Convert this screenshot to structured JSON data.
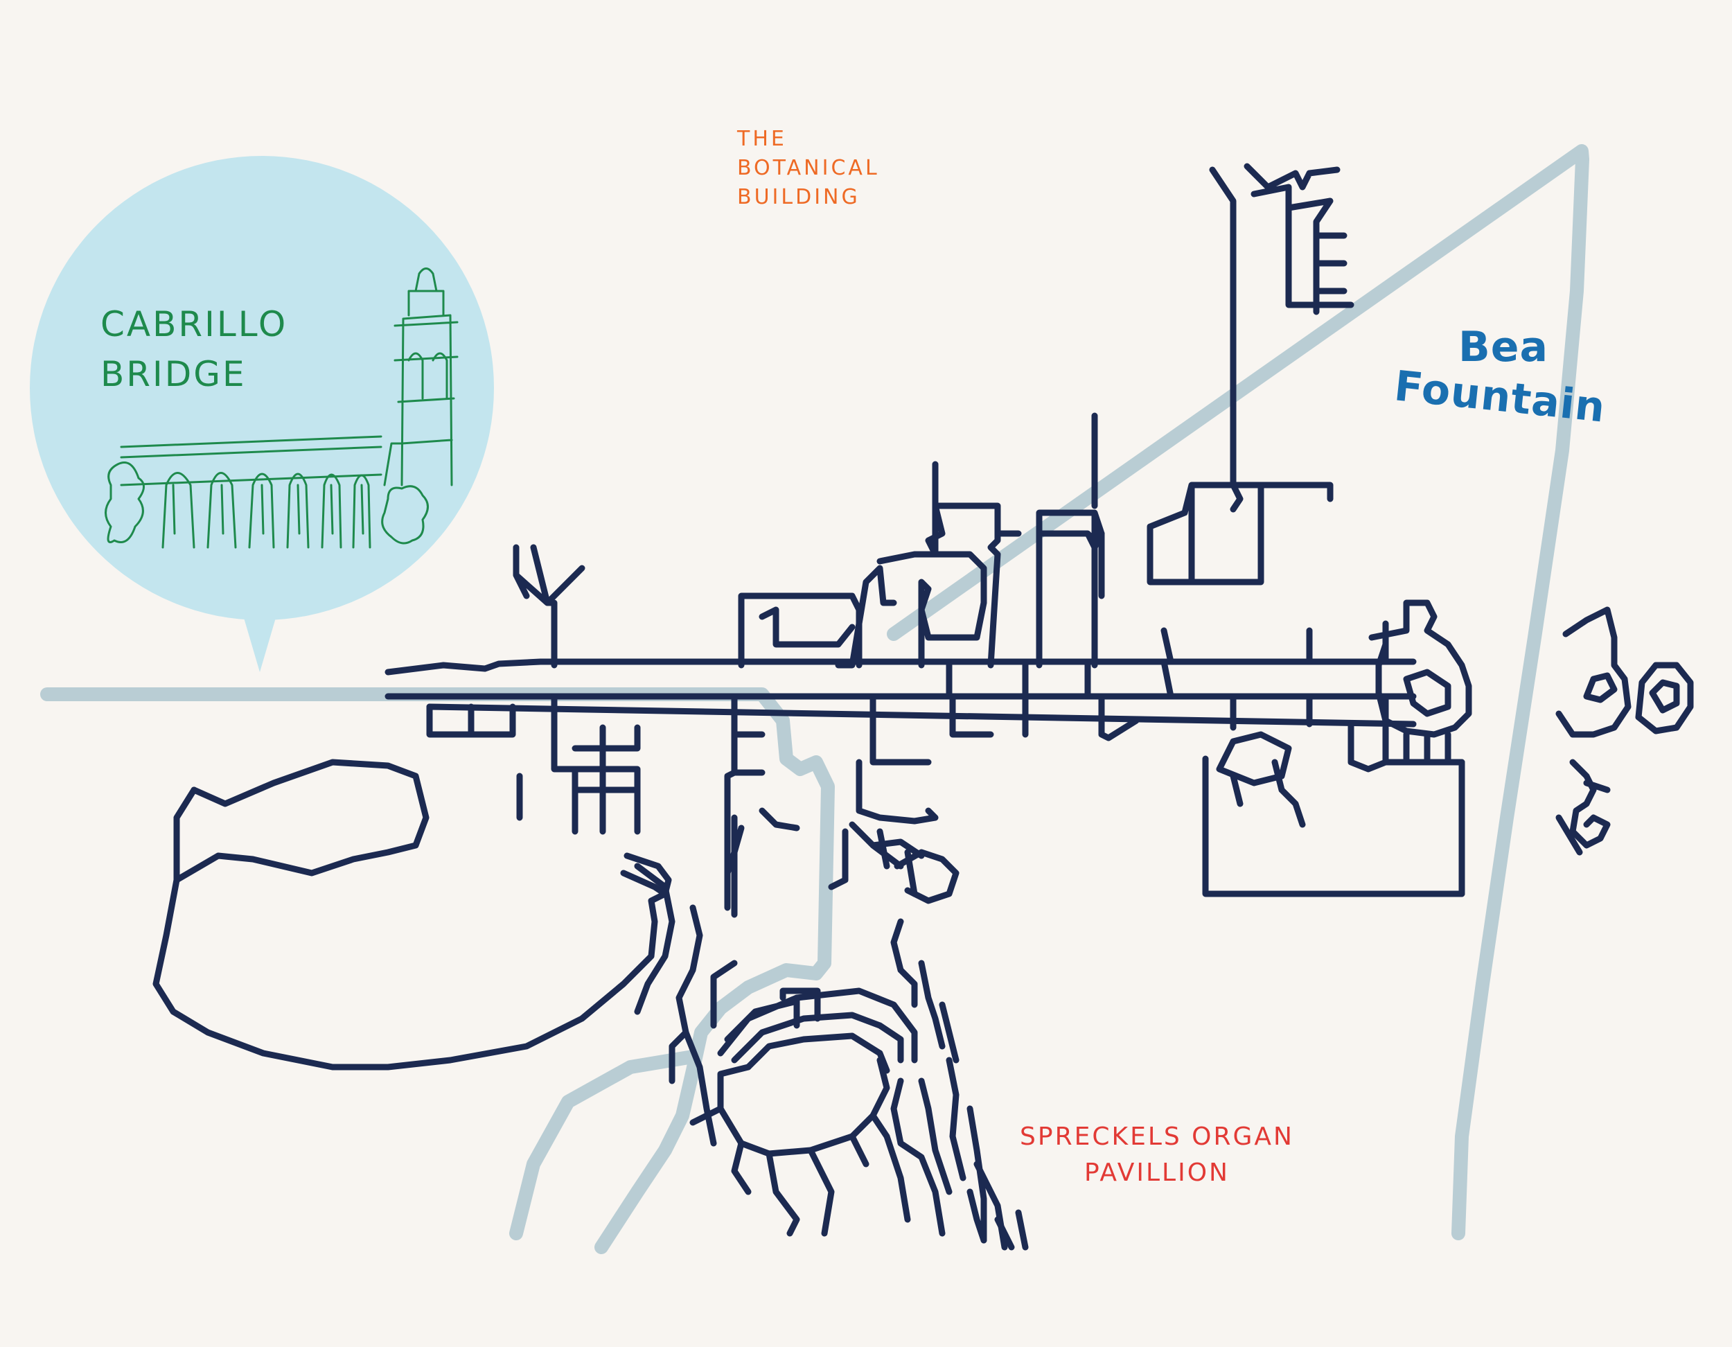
{
  "colors": {
    "background": "#f8f5f1",
    "bubble": "#c3e5ee",
    "roads": "#1c2a51",
    "route": "#b9cdd4",
    "cabrillo": "#1e8a4c",
    "botanical": "#ee6a25",
    "bea": "#1a6fb0",
    "spreckels": "#e23a35"
  },
  "landmarks": {
    "cabrillo": {
      "line1": "CABRILLO",
      "line2": "BRIDGE",
      "icon": "cabrillo-bridge-icon"
    },
    "botanical": {
      "line1": "THE",
      "line2": "BOTANICAL",
      "line3": "BUILDING",
      "icon": "botanical-building-icon"
    },
    "bea": {
      "line1": "Bea",
      "line2": "Fountain",
      "icon": "fountain-icon"
    },
    "spreckels": {
      "line1": "SPRECKELS ORGAN",
      "line2": "PAVILLION",
      "icon": "organ-pavilion-icon"
    }
  }
}
